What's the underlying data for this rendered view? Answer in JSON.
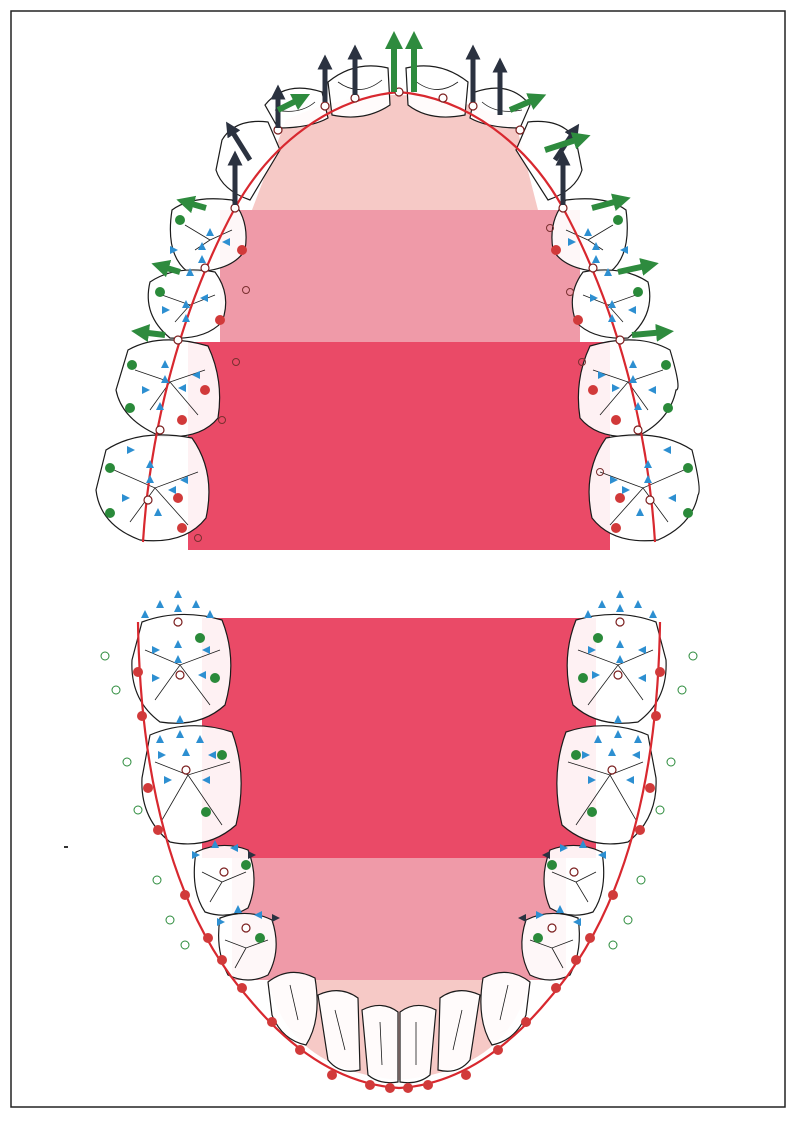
{
  "figure": {
    "description_visible_text": [],
    "colors": {
      "arch_curve": "#d8282f",
      "zone_light": "#f6c9c6",
      "zone_medium": "#ef9aa8",
      "zone_strong": "#ea4a67",
      "tooth_outline": "#1b1b1b",
      "buccal_cusp": "#2a8a3a",
      "lingual_cusp": "#d13a3a",
      "contact_arrow": "#2d8fd1",
      "force_arrow_dark": "#2b3240",
      "force_arrow_green": "#2e8b3e"
    },
    "upper_arch": {
      "icon": "maxillary-arch-icon",
      "zones": [
        "incisor-zone",
        "premolar-zone",
        "molar-zone"
      ]
    },
    "lower_arch": {
      "icon": "mandibular-arch-icon",
      "zones": [
        "molar-zone",
        "premolar-zone",
        "incisor-zone"
      ]
    }
  }
}
